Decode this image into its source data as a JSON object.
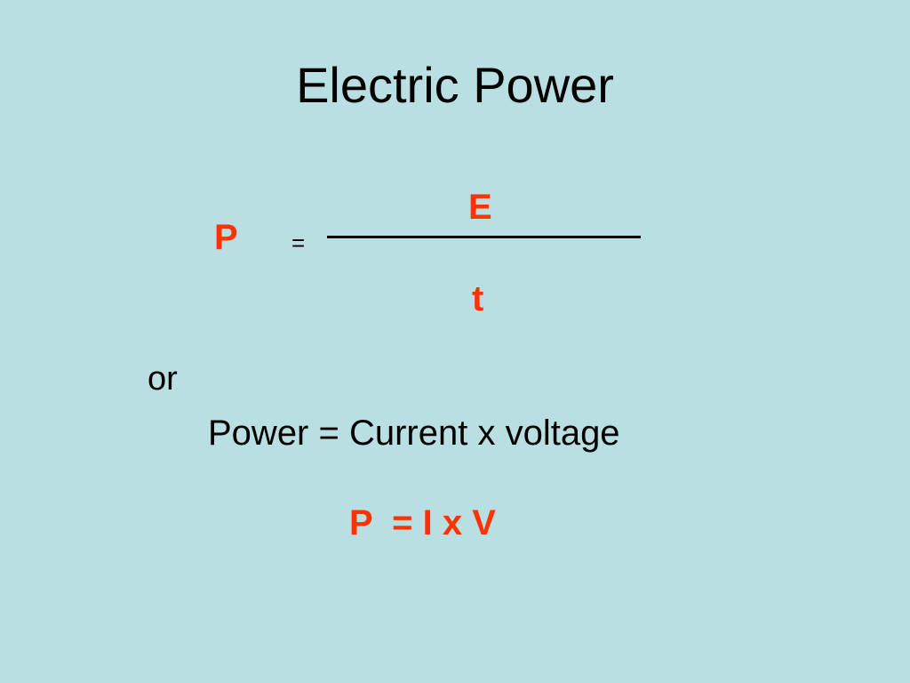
{
  "slide": {
    "title": "Electric Power",
    "formula": {
      "lhs": "P",
      "equals": "=",
      "numerator": "E",
      "denominator": "t"
    },
    "or_text": "or",
    "word_equation": "Power = Current x voltage",
    "symbol_equation": "P  = I x V"
  },
  "colors": {
    "background": "#b9dfe3",
    "accent_red": "#ff3300",
    "text": "#000000"
  }
}
